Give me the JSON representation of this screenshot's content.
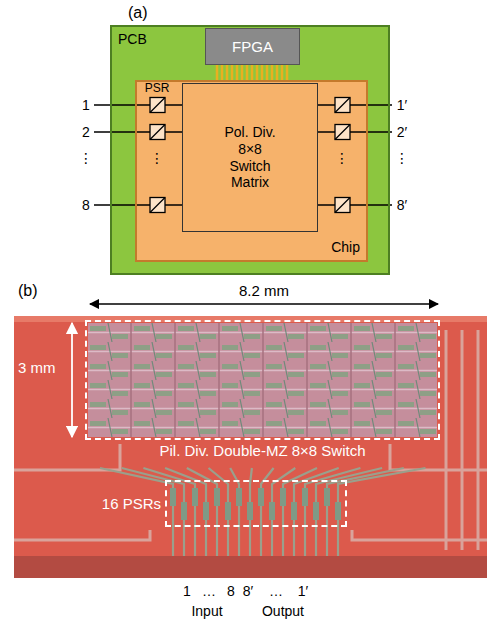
{
  "diagram": {
    "nodes": [
      {
        "text": [
          "PCB"
        ]
      },
      {
        "text": [
          "FPGA"
        ],
        "in": 0
      },
      {
        "text": [
          "Chip"
        ],
        "in": 0
      },
      {
        "text": [
          "Pol. Div. 8×8 Switch Matrix"
        ],
        "in": 2
      },
      {
        "text": [
          "Pil. Div. Double-MZ 8×8 Switch"
        ]
      },
      {
        "text": [
          "16 PSRs"
        ]
      }
    ],
    "edges": [
      {
        "from": 1,
        "to": 2,
        "arrow": "none"
      }
    ],
    "labels": [
      "(a)",
      "PSR",
      "1",
      "2",
      "⋮",
      "8",
      "⋮",
      "1′",
      "2′",
      "⋮",
      "8′",
      "⋮",
      "(b)",
      "8.2 mm",
      "3 mm",
      "1",
      "…",
      "8",
      "8′",
      "…",
      "1′",
      "Input",
      "Output"
    ]
  }
}
